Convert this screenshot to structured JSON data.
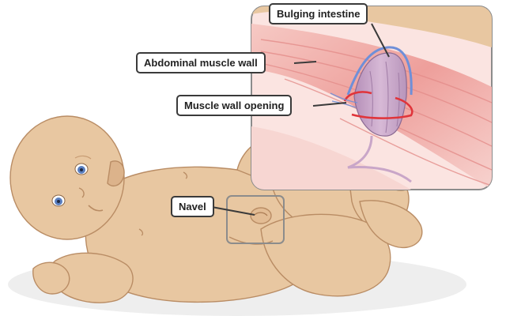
{
  "labels": {
    "bulging_intestine": "Bulging intestine",
    "abdominal_muscle_wall": "Abdominal muscle wall",
    "muscle_wall_opening": "Muscle wall opening",
    "navel": "Navel"
  },
  "colors": {
    "skin": "#e8c7a1",
    "skin_shadow": "#d7ae84",
    "skin_line": "#b98c64",
    "muscle": "#f2b3b0",
    "muscle_dark": "#e48d8a",
    "intestine": "#c9a6c8",
    "membrane_blue": "#6f8fd8",
    "opening_red": "#e0343a",
    "frame": "#8c8c8c",
    "eye_blue": "#5a7fc0"
  }
}
